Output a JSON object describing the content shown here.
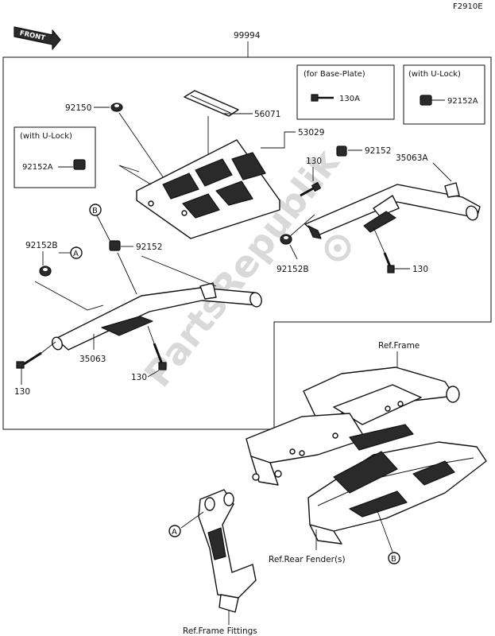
{
  "header": {
    "figure_code": "F2910E",
    "front_label": "FRONT",
    "assembly_number": "99994"
  },
  "watermark": "PartsRepublik",
  "boxes": {
    "base_plate": {
      "title": "(for Base-Plate)",
      "part": "130A"
    },
    "u_lock_right": {
      "title": "(with U-Lock)",
      "part": "92152A"
    },
    "u_lock_left": {
      "title": "(with U-Lock)",
      "part": "92152A"
    }
  },
  "parts": {
    "p92150": "92150",
    "p56071": "56071",
    "p53029": "53029",
    "p130_upper": "130",
    "p92152_right": "92152",
    "p35063A": "35063A",
    "p92152B_right": "92152B",
    "p130_right": "130",
    "p92152B_left": "92152B",
    "p92152_left": "92152",
    "p35063": "35063",
    "p130_left_bottom": "130",
    "p130_left_mid": "130"
  },
  "callouts": {
    "A": "A",
    "B": "B"
  },
  "references": {
    "frame": "Ref.Frame",
    "rear_fender": "Ref.Rear Fender(s)",
    "frame_fittings": "Ref.Frame Fittings"
  }
}
